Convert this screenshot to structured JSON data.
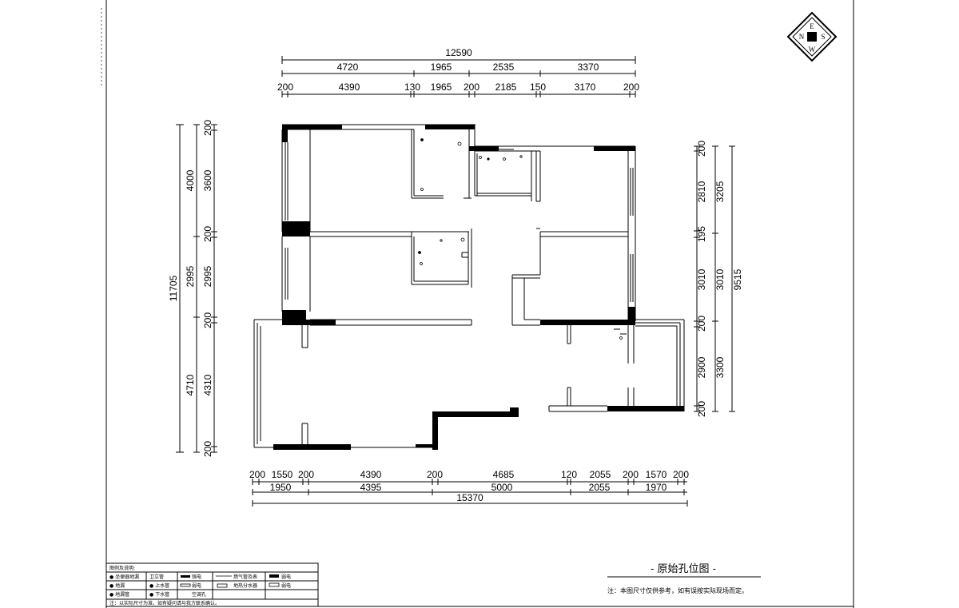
{
  "drawing": {
    "title": "- 原始孔位图 -",
    "note": "注：本图尺寸仅供参考，如有误按实际现场而定。",
    "compass": {
      "north": "N",
      "east": "E",
      "south": "S",
      "west": "W"
    }
  },
  "dimensions": {
    "top_total": "12590",
    "top_row1": [
      "4720",
      "1965",
      "2535",
      "3370"
    ],
    "top_row2": [
      "200",
      "4390",
      "130",
      "1965",
      "200",
      "2185",
      "150",
      "3170",
      "200"
    ],
    "bottom_row1": [
      "200",
      "1550",
      "200",
      "4390",
      "200",
      "4685",
      "120",
      "2055",
      "200",
      "1570",
      "200"
    ],
    "bottom_row2": [
      "1950",
      "4395",
      "5000",
      "2055",
      "1970"
    ],
    "bottom_total": "15370",
    "left_total": "11705",
    "left_row1": [
      "4000",
      "2995",
      "4710"
    ],
    "left_row2": [
      "200",
      "3600",
      "200",
      "2995",
      "200",
      "4310",
      "200"
    ],
    "right_total": "9515",
    "right_row1": [
      "3205",
      "3010",
      "3300"
    ],
    "right_row2": [
      "200",
      "2810",
      "195",
      "3010",
      "200",
      "2900",
      "200"
    ]
  },
  "legend": {
    "heading": "图例及说明:",
    "items": [
      [
        "● 坐便器地漏",
        "卫立管",
        "强电",
        "燃气管及表",
        "弱电"
      ],
      [
        "● 地漏",
        "● 上水管",
        "弱电",
        "地热分水器",
        "弱电"
      ],
      [
        "● 地漏管",
        "● 下水管",
        "空调孔",
        "",
        ""
      ]
    ],
    "footer": "注：以实际尺寸为准，如有疑问请与我方联系确认。"
  }
}
